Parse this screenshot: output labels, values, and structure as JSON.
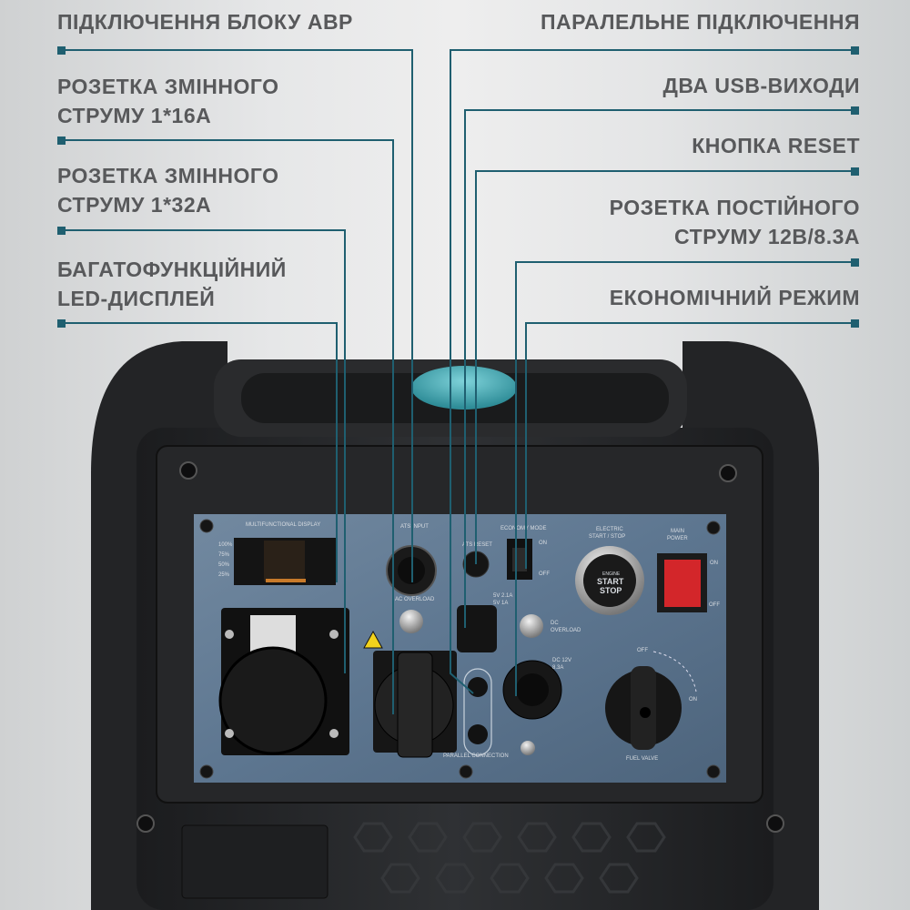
{
  "accent_color": "#1f5f70",
  "callouts_left": [
    {
      "id": "ats",
      "lines": [
        "ПІДКЛЮЧЕННЯ БЛОКУ АВР"
      ]
    },
    {
      "id": "ac16",
      "lines": [
        "РОЗЕТКА ЗМІННОГО",
        "СТРУМУ  1*16А"
      ]
    },
    {
      "id": "ac32",
      "lines": [
        "РОЗЕТКА ЗМІННОГО",
        "СТРУМУ 1*32А"
      ]
    },
    {
      "id": "display",
      "lines": [
        "БАГАТОФУНКЦІЙНИЙ",
        "LED-ДИСПЛЕЙ"
      ]
    }
  ],
  "callouts_right": [
    {
      "id": "parallel",
      "lines": [
        "ПАРАЛЕЛЬНЕ ПІДКЛЮЧЕННЯ"
      ]
    },
    {
      "id": "usb",
      "lines": [
        "ДВА USB-ВИХОДИ"
      ]
    },
    {
      "id": "reset",
      "lines": [
        "КНОПКА RESET"
      ]
    },
    {
      "id": "dc",
      "lines": [
        "РОЗЕТКА ПОСТІЙНОГО",
        "СТРУМУ 12В/8.3А"
      ]
    },
    {
      "id": "eco",
      "lines": [
        "ЕКОНОМІЧНИЙ РЕЖИМ"
      ]
    }
  ],
  "panel": {
    "display_label": "MULTIFUNCTIONAL DISPLAY",
    "levels": [
      "100%",
      "75%",
      "50%",
      "25%"
    ],
    "ats_input": "ATS INPUT",
    "ac_overload": "AC OVERLOAD",
    "ats_reset": "ATS RESET",
    "usb_spec": [
      "5V 2.1A",
      "5V 1A"
    ],
    "eco_mode": "ECONOMY MODE",
    "on": "ON",
    "off": "OFF",
    "dc_overload": [
      "DC",
      "OVERLOAD"
    ],
    "dc_spec": [
      "DC 12V",
      "8.3A"
    ],
    "electric_start": [
      "ELECTRIC",
      "START / STOP"
    ],
    "engine_button": [
      "ENGINE",
      "START",
      "STOP"
    ],
    "main_power": [
      "MAIN",
      "POWER"
    ],
    "parallel_connection": "PARALLEL CONNECTION",
    "fuel_valve": "FUEL VALVE"
  }
}
